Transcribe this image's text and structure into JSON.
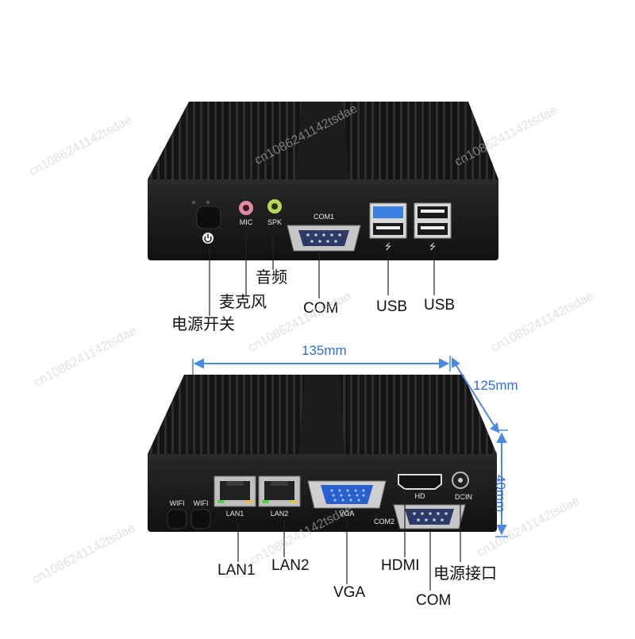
{
  "watermark": "cn1086241142tsdae",
  "top_device": {
    "ports": {
      "mic": "MIC",
      "spk": "SPK",
      "com1": "COM1"
    },
    "callouts": {
      "power_switch": "电源开关",
      "microphone": "麦克风",
      "audio": "音频",
      "com": "COM",
      "usb_1": "USB",
      "usb_2": "USB"
    }
  },
  "bottom_device": {
    "ports": {
      "wifi_1": "WIFI",
      "wifi_2": "WIFI",
      "lan1": "LAN1",
      "lan2": "LAN2",
      "vga": "VGA",
      "hd": "HD",
      "dcin": "DCIN",
      "com2": "COM2"
    },
    "dimensions": {
      "width": "135mm",
      "depth": "125mm",
      "height": "40mm"
    },
    "callouts": {
      "lan1": "LAN1",
      "lan2": "LAN2",
      "vga": "VGA",
      "hdmi": "HDMI",
      "power_port": "电源接口",
      "com": "COM"
    }
  },
  "colors": {
    "chassis": "#1b1b1b",
    "fin_dark": "#0d0d0d",
    "fin_light": "#2c2c2c",
    "dimension_line": "#4a8be0",
    "vga_blue": "#2a5fd0",
    "mic_pink": "#e28aa4",
    "spk_green": "#b8d85a",
    "usb_blue": "#3a7fe0"
  }
}
